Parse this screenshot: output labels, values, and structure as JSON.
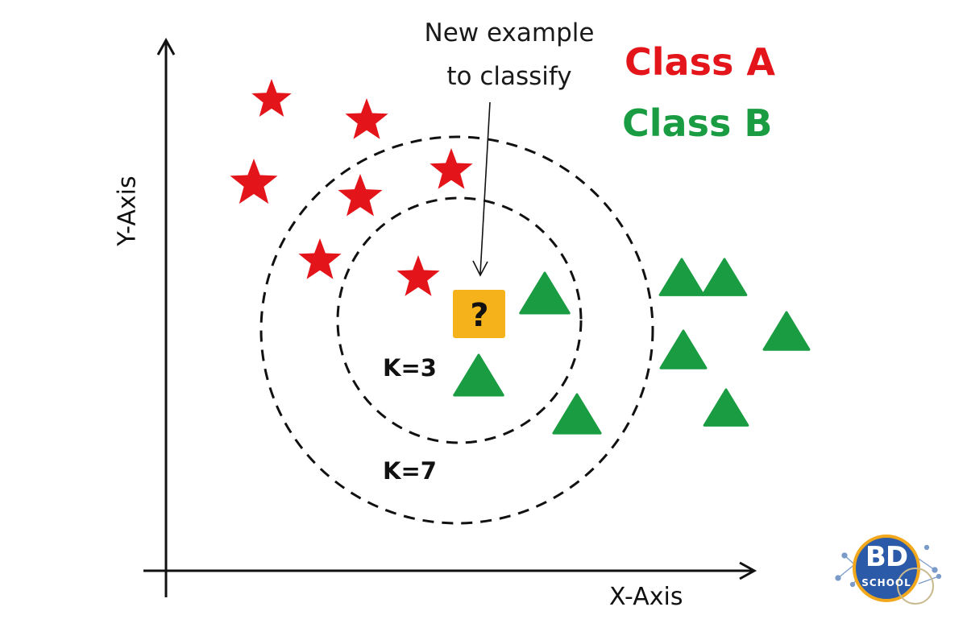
{
  "axes": {
    "x_label": "X-Axis",
    "y_label": "Y-Axis"
  },
  "callout": {
    "line1": "New example",
    "line2": "to classify"
  },
  "legend": [
    {
      "label": "Class A",
      "color": "#e3151a",
      "shape": "star"
    },
    {
      "label": "Class B",
      "color": "#1a9d42",
      "shape": "triangle"
    }
  ],
  "neighborhoods": [
    {
      "label": "K=3",
      "k": 3
    },
    {
      "label": "K=7",
      "k": 7
    }
  ],
  "query_point": {
    "mark": "?",
    "fill": "#f6b21a"
  },
  "colors": {
    "class_a": "#e3151a",
    "class_b": "#1a9d42",
    "query": "#f6b21a",
    "logo": "#2b5aa8"
  },
  "logo": {
    "line1": "BD",
    "line2": "SCHOOL"
  }
}
